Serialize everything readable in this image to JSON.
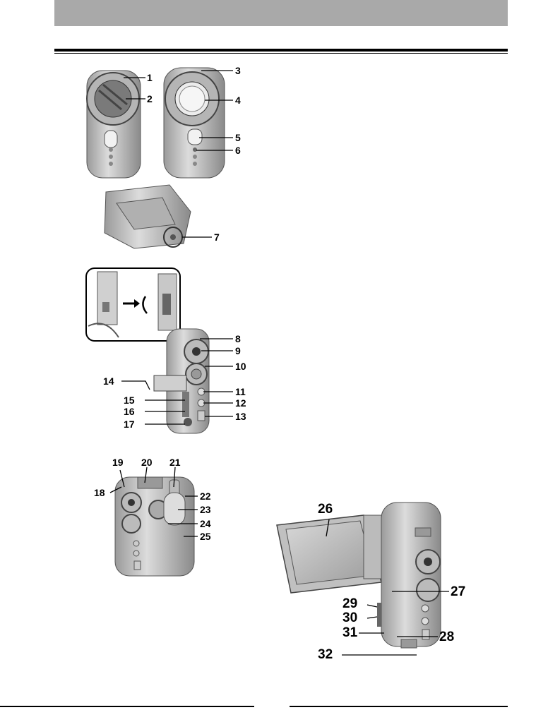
{
  "callouts": {
    "n1": "1",
    "n2": "2",
    "n3": "3",
    "n4": "4",
    "n5": "5",
    "n6": "6",
    "n7": "7",
    "n8": "8",
    "n9": "9",
    "n10": "10",
    "n11": "11",
    "n12": "12",
    "n13": "13",
    "n14": "14",
    "n15": "15",
    "n16": "16",
    "n17": "17",
    "n18": "18",
    "n19": "19",
    "n20": "20",
    "n21": "21",
    "n22": "22",
    "n23": "23",
    "n24": "24",
    "n25": "25",
    "n26": "26",
    "n27": "27",
    "n28": "28",
    "n29": "29",
    "n30": "30",
    "n31": "31",
    "n32": "32"
  },
  "colors": {
    "header_bar": "#a9a9a9",
    "body_gray": "#c8c8c8",
    "dark_gray": "#6a6a6a",
    "rule": "#000000"
  }
}
